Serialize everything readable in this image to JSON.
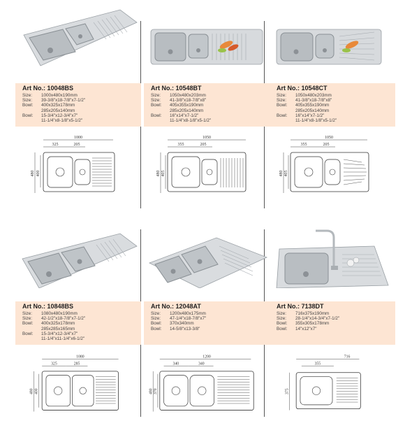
{
  "products": [
    {
      "art_label": "Art No.:",
      "art_no": "10048BS",
      "specs": [
        {
          "label": "Size:",
          "values": [
            "1000x480x190mm",
            "39-3/8\"x18-7/8\"x7-1/2\""
          ]
        },
        {
          "label": "Bowl:",
          "values": [
            "400x325x178mm",
            "285x205x140mm"
          ]
        },
        {
          "label": "Bowl:",
          "values": [
            "15-3/4\"x12-3/4\"x7\"",
            "11-1/4\"x8-1/8\"x5-1/2\""
          ]
        }
      ],
      "dims": {
        "total": "1000",
        "a": "325",
        "b": "205",
        "h1": "480",
        "h2": "400"
      }
    },
    {
      "art_label": "Art No.:",
      "art_no": "10548BT",
      "specs": [
        {
          "label": "Size:",
          "values": [
            "1050x480x203mm",
            "41-3/8\"x18-7/8\"x8\""
          ]
        },
        {
          "label": "Bowl:",
          "values": [
            "405x355x190mm",
            "285x205x140mm"
          ]
        },
        {
          "label": "Bowl:",
          "values": [
            "16\"x14\"x7-1/2\"",
            "11-1/4\"x8-1/8\"x5-1/2\""
          ]
        }
      ],
      "dims": {
        "total": "1050",
        "a": "355",
        "b": "205",
        "h1": "480",
        "h2": "405"
      }
    },
    {
      "art_label": "Art No.:",
      "art_no": "10548CT",
      "specs": [
        {
          "label": "Size:",
          "values": [
            "1050x480x203mm",
            "41-3/8\"x18-7/8\"x8\""
          ]
        },
        {
          "label": "Bowl:",
          "values": [
            "405x355x190mm",
            "285x205x140mm"
          ]
        },
        {
          "label": "Bowl:",
          "values": [
            "16\"x14\"x7-1/2\"",
            "11-1/4\"x8-1/8\"x5-1/2\""
          ]
        }
      ],
      "dims": {
        "total": "1050",
        "a": "355",
        "b": "205",
        "h1": "480",
        "h2": "405"
      }
    },
    {
      "art_label": "Art No.:",
      "art_no": "10848BS",
      "specs": [
        {
          "label": "Size:",
          "values": [
            "1080x480x190mm",
            "42-1/2\"x18-7/8\"x7-1/2\""
          ]
        },
        {
          "label": "Bowl:",
          "values": [
            "400x325x178mm",
            "285x285x165mm"
          ]
        },
        {
          "label": "Bowl:",
          "values": [
            "15-3/4\"x12-3/4\"x7\"",
            "11-1/4\"x11-1/4\"x6-1/2\""
          ]
        }
      ],
      "dims": {
        "total": "1080",
        "a": "325",
        "b": "285",
        "h1": "480",
        "h2": "400"
      }
    },
    {
      "art_label": "Art No.:",
      "art_no": "12048AT",
      "specs": [
        {
          "label": "Size:",
          "values": [
            "1200x480x175mm",
            "47-1/4\"x18-7/8\"x7\""
          ]
        },
        {
          "label": "Bowl:",
          "values": [
            "370x340mm"
          ]
        },
        {
          "label": "Bowl:",
          "values": [
            "14-5/8\"x13-3/8\""
          ]
        }
      ],
      "dims": {
        "total": "1200",
        "a": "340",
        "b": "340",
        "h1": "480",
        "h2": "370"
      }
    },
    {
      "art_label": "Art No.:",
      "art_no": "7138DT",
      "specs": [
        {
          "label": "Size:",
          "values": [
            "716x375x190mm",
            "28-1/4\"x14-3/4\"x7-1/2\""
          ]
        },
        {
          "label": "Bowl:",
          "values": [
            "355x305x178mm"
          ]
        },
        {
          "label": "Bowl:",
          "values": [
            "14\"x12\"x7\""
          ]
        }
      ],
      "dims": {
        "total": "716",
        "a": "355",
        "h1": "375"
      }
    }
  ]
}
